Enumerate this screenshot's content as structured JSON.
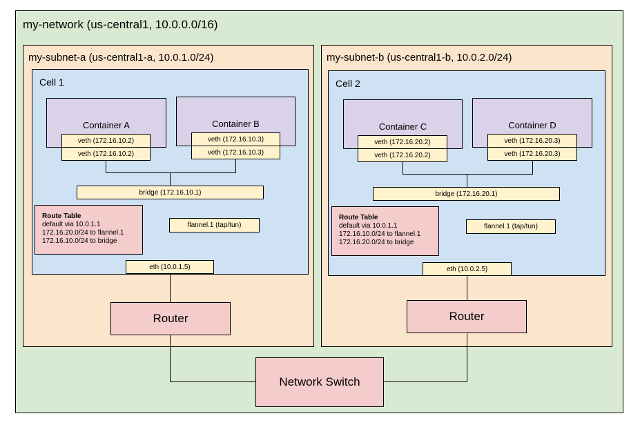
{
  "colors": {
    "net": "#d9ead3",
    "subnet": "#fce5cd",
    "cell": "#cfe2f3",
    "container": "#d9d2e9",
    "iface": "#fff2cc",
    "router": "#f4cccc"
  },
  "network": {
    "title": "my-network (us-central1, 10.0.0.0/16)"
  },
  "subnet_a": {
    "title": "my-subnet-a (us-central1-a, 10.0.1.0/24)",
    "cell": "Cell 1",
    "container_left": {
      "name": "Container A",
      "veth_outer": "veth (172.16.10.2)",
      "veth_inner": "veth (172.16.10.2)"
    },
    "container_right": {
      "name": "Container B",
      "veth_outer": "veth (172.16.10.3)",
      "veth_inner": "veth (172.16.10.3)"
    },
    "bridge": "bridge (172.16.10.1)",
    "route_table": {
      "title": "Route Table",
      "lines": [
        "default via 10.0.1.1",
        "172.16.20.0/24 to flannel.1",
        "172.16.10.0/24 to bridge"
      ]
    },
    "flannel": "flannel.1 (tap/tun)",
    "eth": "eth (10.0.1.5)",
    "router": "Router"
  },
  "subnet_b": {
    "title": "my-subnet-b (us-central1-b, 10.0.2.0/24)",
    "cell": "Cell 2",
    "container_left": {
      "name": "Container C",
      "veth_outer": "veth (172.16.20.2)",
      "veth_inner": "veth (172.16.20.2)"
    },
    "container_right": {
      "name": "Container D",
      "veth_outer": "veth (172.16.20.3)",
      "veth_inner": "veth (172.16.20.3)"
    },
    "bridge": "bridge (172.16.20.1)",
    "route_table": {
      "title": "Route Table",
      "lines": [
        "default via 10.0.1.1",
        "172.16.10.0/24 to flannel.1",
        "172.16.20.0/24 to bridge"
      ]
    },
    "flannel": "flannel.1 (tap/tun)",
    "eth": "eth (10.0.2.5)",
    "router": "Router"
  },
  "switch": "Network Switch"
}
